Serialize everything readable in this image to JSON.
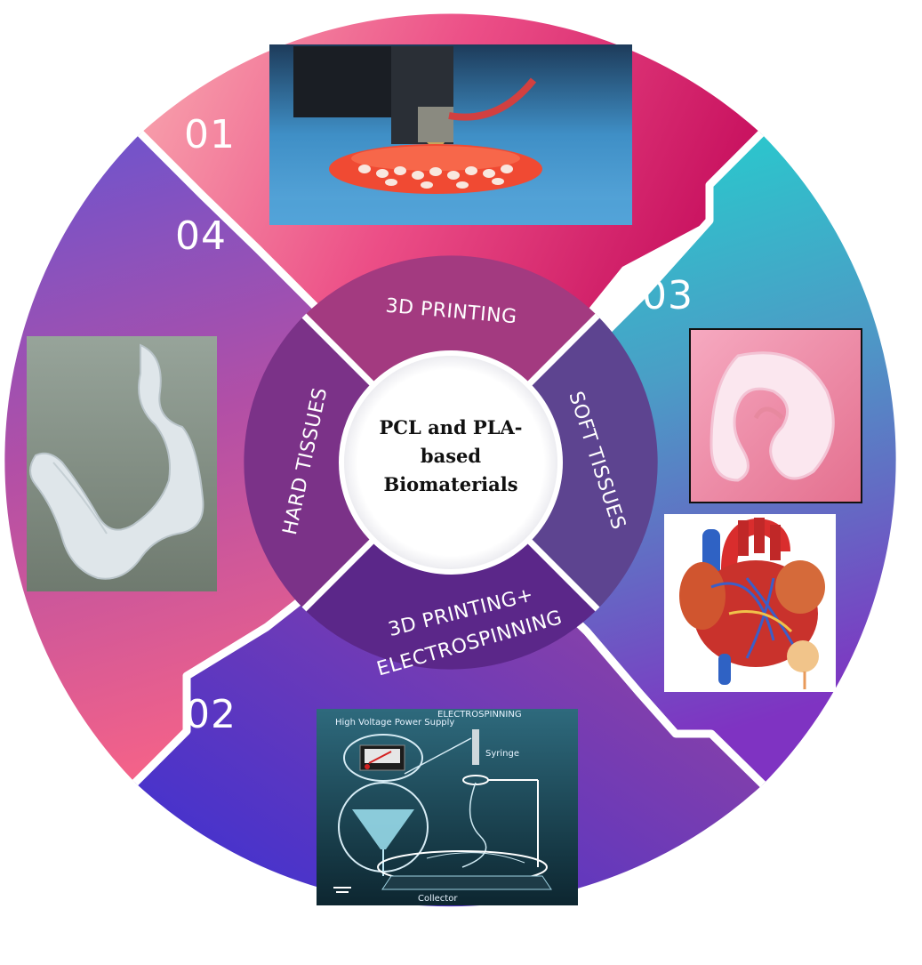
{
  "center": {
    "title_lines": [
      "PCL and PLA-",
      "based",
      "Biomaterials"
    ]
  },
  "quadrants": [
    {
      "number": "01",
      "label": "3D PRINTING",
      "icon": "3d-printer-nozzle-photo"
    },
    {
      "number": "02",
      "label_lines": [
        "3D PRINTING+",
        "ELECTROSPINNING"
      ],
      "icon": "electrospinning-setup-illustration"
    },
    {
      "number": "03",
      "label": "SOFT TISSUES",
      "icons": [
        "ear-scaffold-photo",
        "human-heart-illustration"
      ]
    },
    {
      "number": "04",
      "label": "HARD TISSUES",
      "icon": "jaw-bone-scaffold-photo"
    }
  ],
  "electrospinning_image": {
    "title": "ELECTROSPINNING",
    "power_supply_label": "High Voltage Power Supply",
    "syringe_label": "Syringe",
    "collector_label": "Collector"
  },
  "colors": {
    "q1_gradient": [
      "#f7a1a8",
      "#c9115f"
    ],
    "q2_gradient": [
      "#3f2ed0",
      "#9a3e9c"
    ],
    "q3_gradient": [
      "#1fd2d0",
      "#7a36c3"
    ],
    "q4_gradient": [
      "#7a55c8",
      "#f05a86"
    ],
    "inner_ring_top": "#a33a80",
    "inner_ring_bottom": "#5a2588",
    "inner_ring_left": "#7a3186",
    "inner_ring_right": "#5c3f8d"
  }
}
